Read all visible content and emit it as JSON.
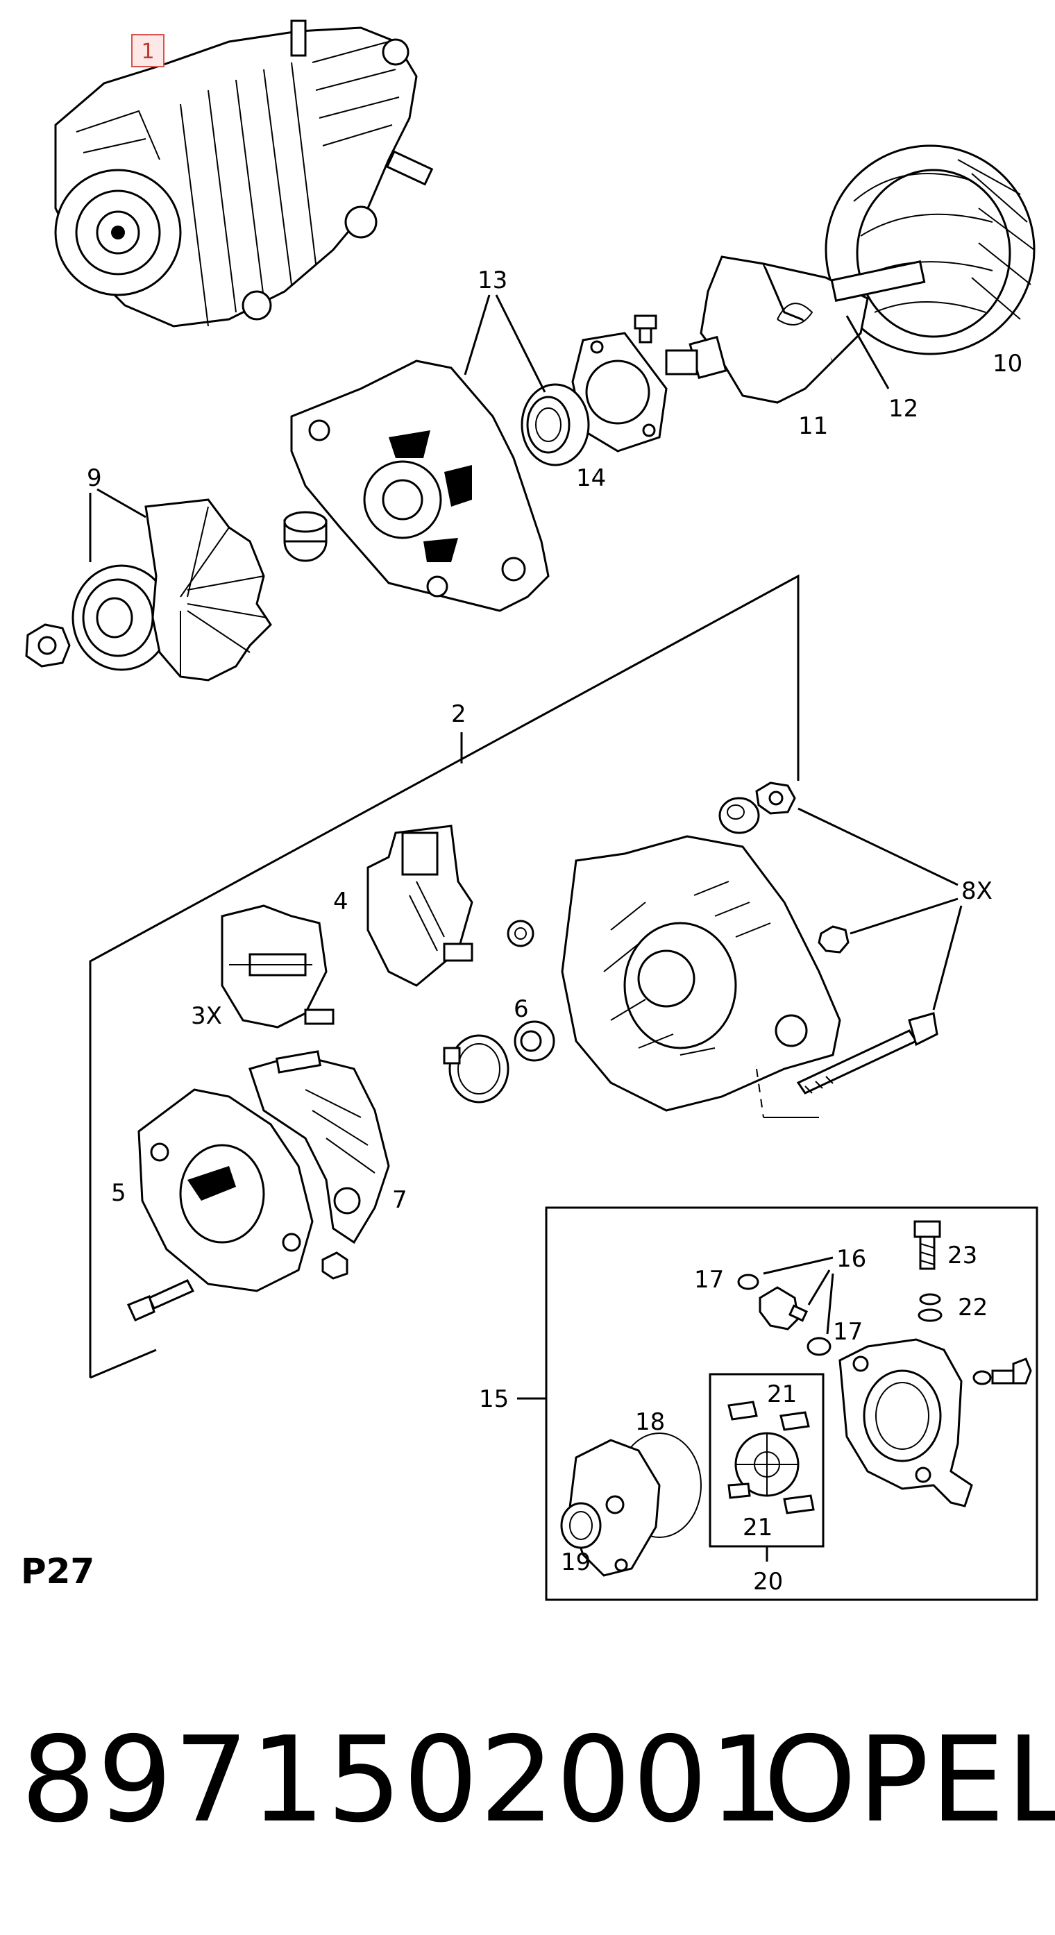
{
  "diagram": {
    "ref_tag": "1",
    "labels": {
      "n2": "2",
      "n3x": "3X",
      "n4": "4",
      "n5": "5",
      "n6": "6",
      "n7": "7",
      "n8x": "8X",
      "n9": "9",
      "n10": "10",
      "n11": "11",
      "n12": "12",
      "n13": "13",
      "n14": "14",
      "n15": "15",
      "n16": "16",
      "n17a": "17",
      "n17b": "17",
      "n18": "18",
      "n19": "19",
      "n20": "20",
      "n21a": "21",
      "n21b": "21",
      "n22": "22",
      "n23": "23"
    }
  },
  "page_code": "P27",
  "part_number": "8971502001",
  "brand": "OPEL"
}
